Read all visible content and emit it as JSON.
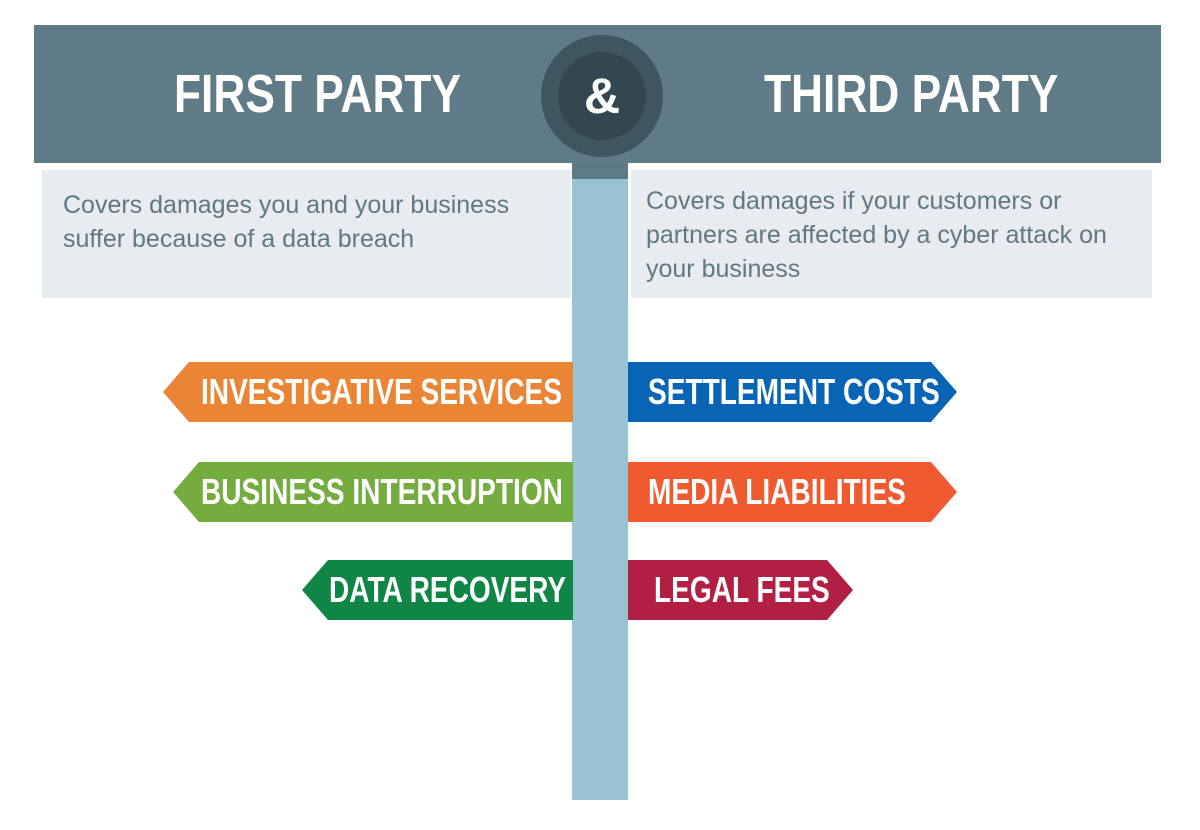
{
  "header": {
    "left_title": "FIRST PARTY",
    "connector": "&",
    "right_title": "THIRD PARTY"
  },
  "descriptions": {
    "first_party": "Covers damages you and your business suffer because of a data breach",
    "third_party": "Covers damages if your customers or partners are affected by a cyber attack on your business"
  },
  "first_party_signs": [
    {
      "label": "INVESTIGATIVE SERVICES",
      "color": "#e98534"
    },
    {
      "label": "BUSINESS INTERRUPTION",
      "color": "#74ac3f"
    },
    {
      "label": "DATA RECOVERY",
      "color": "#0f8645"
    }
  ],
  "third_party_signs": [
    {
      "label": "SETTLEMENT COSTS",
      "color": "#0865b6"
    },
    {
      "label": "MEDIA LIABILITIES",
      "color": "#ef5a30"
    },
    {
      "label": "LEGAL FEES",
      "color": "#b21f45"
    }
  ],
  "colors": {
    "banner": "#607b88",
    "ampersand_circle": "#334750",
    "description_background": "#e8ebef",
    "description_text": "#5f7884",
    "post": "#98c3d3"
  }
}
